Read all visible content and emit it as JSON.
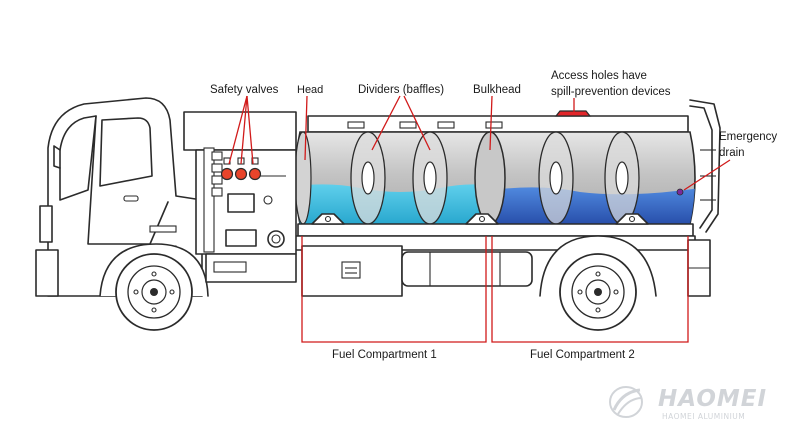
{
  "labels": {
    "safety_valves": "Safety valves",
    "head": "Head",
    "dividers": "Dividers (baffles)",
    "bulkhead": "Bulkhead",
    "access_holes_line1": "Access holes have",
    "access_holes_line2": "spill-prevention devices",
    "emergency_line1": "Emergency",
    "emergency_line2": "drain",
    "compartment_1": "Fuel Compartment 1",
    "compartment_2": "Fuel Compartment 2"
  },
  "watermark": {
    "brand": "HAOMEI",
    "subtitle": "HAOMEI ALUMINIUM"
  },
  "colors": {
    "label_text": "#1a1a1a",
    "accent_red": "#d11a1a",
    "fuel_light": "#37bfe0",
    "fuel_dark": "#2d63c8",
    "tank_grey": "#b9b9b9",
    "outline": "#2b2b2b"
  }
}
